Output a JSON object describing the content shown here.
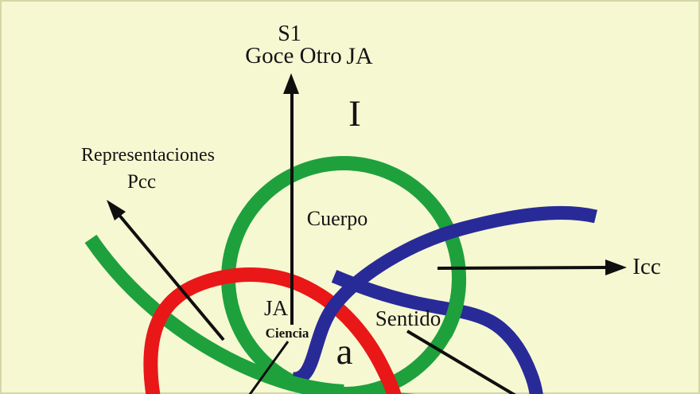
{
  "colors": {
    "background": "#f6f8d2",
    "green": "#1ea13c",
    "red": "#e91717",
    "blue": "#282b97",
    "ink": "#141414"
  },
  "labels": {
    "s1": "S1",
    "goce_otro": "Goce Otro",
    "ja_top": "JA",
    "imaginario": "I",
    "representaciones": "Representaciones",
    "pcc": "Pcc",
    "cuerpo": "Cuerpo",
    "icc": "Icc",
    "ja": "JA",
    "ciencia": "Ciencia",
    "objeto_a": "a",
    "sentido": "Sentido"
  }
}
